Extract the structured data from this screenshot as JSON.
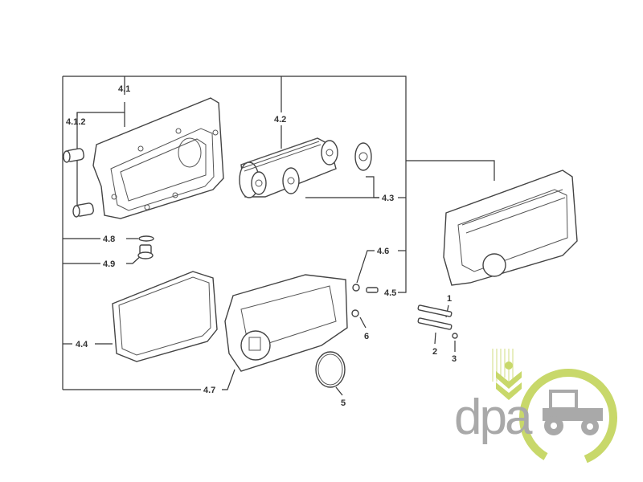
{
  "diagram": {
    "callouts": {
      "c4_1": "4.1",
      "c4_1_2": "4.1.2",
      "c4_2": "4.2",
      "c4_3": "4.3",
      "c4_4": "4.4",
      "c4_5": "4.5",
      "c4_6": "4.6",
      "c4_7": "4.7",
      "c4_8": "4.8",
      "c4_9": "4.9",
      "c1": "1",
      "c2": "2",
      "c3": "3",
      "c5": "5",
      "c6": "6"
    }
  },
  "logo": {
    "text": "dpa",
    "colors": {
      "green": "#c8d86a",
      "grey": "#a9a9a9"
    }
  }
}
